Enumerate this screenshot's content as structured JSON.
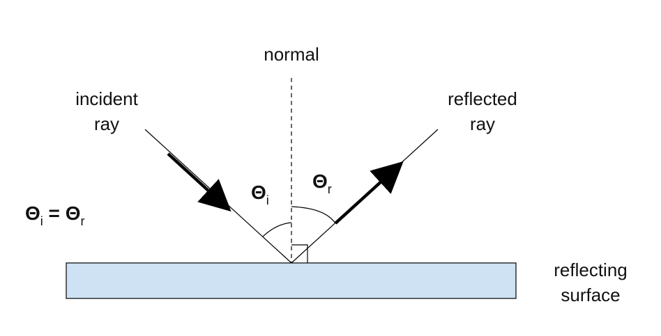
{
  "labels": {
    "normal": "normal",
    "incident_line1": "incident",
    "incident_line2": "ray",
    "reflected_line1": "reflected",
    "reflected_line2": "ray",
    "surface_line1": "reflecting",
    "surface_line2": "surface"
  },
  "angles": {
    "theta_symbol": "Θ",
    "incident_sub": "i",
    "reflected_sub": "r",
    "equals": " = "
  },
  "colors": {
    "surface_fill": "#cfe2f3",
    "stroke": "#000000"
  }
}
